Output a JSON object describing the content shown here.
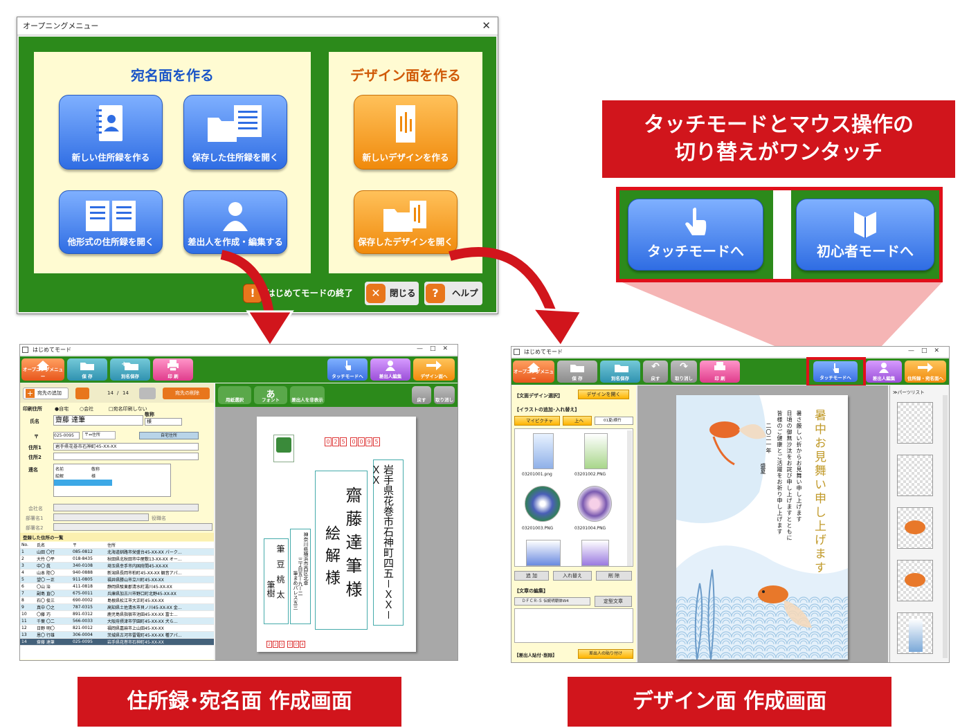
{
  "opening": {
    "title": "オープニングメニュー",
    "close": "✕",
    "left_panel_title": "宛名面を作る",
    "right_panel_title": "デザイン面を作る",
    "buttons": {
      "new_address": "新しい住所録を作る",
      "open_address": "保存した住所録を開く",
      "open_other": "他形式の住所録を開く",
      "sender": "差出人を作成・編集する",
      "new_design": "新しいデザインを作る",
      "open_design": "保存したデザインを開く"
    },
    "footer": {
      "exit_label": "はじめてモードの終了",
      "close_label": "閉じる",
      "help_label": "ヘルプ"
    }
  },
  "callout": {
    "banner_line1": "タッチモードとマウス操作の",
    "banner_line2": "切り替えがワンタッチ",
    "touch_button": "タッチモードへ",
    "beginner_button": "初心者モードへ"
  },
  "captions": {
    "left": "住所録･宛名面 作成画面",
    "right": "デザイン面 作成画面"
  },
  "address_window": {
    "title": "はじめてモード",
    "controls": "—□✕",
    "toolbar": [
      "オープニングメニュー",
      "保 存",
      "別名保存",
      "印 刷"
    ],
    "toolbar_right": [
      "タッチモードへ",
      "差出人編集",
      "デザイン面へ"
    ],
    "sub_toolbar": {
      "add": "宛先の追加",
      "counter_a": "14",
      "counter_sep": "/",
      "counter_b": "14",
      "delete": "宛先の削除"
    },
    "canvas_toolbar": [
      "用紙選択",
      "フォント",
      "差出人を非表示"
    ],
    "canvas_right": [
      "戻す",
      "取り消し"
    ],
    "form": {
      "print_dest": "印刷住所",
      "opt_home": "●自宅",
      "opt_company": "○会社",
      "no_print": "□宛名印刷しない",
      "name_label": "氏名",
      "name_value": "齋藤 達筆",
      "honorific_label": "敬称",
      "honorific_value": "様",
      "zip_label": "〒",
      "zip_value": "025-0095",
      "zip_btn": "〒⇔住所",
      "home_addr": "自宅住所",
      "addr1_label": "住所1",
      "addr1_value": "岩手県花巻市石神町45-XX-XX",
      "addr2_label": "住所2",
      "joint_label": "連名",
      "joint_head_name": "名前",
      "joint_head_hon": "敬称",
      "joint_name": "絵解",
      "joint_hon": "様",
      "company_label": "会社名",
      "dept1_label": "部署名1",
      "title_label": "役職名",
      "dept2_label": "部署名2"
    },
    "list_title": "登録した住所の一覧",
    "list_head": [
      "No.",
      "氏名",
      "〒",
      "住所"
    ],
    "list_rows": [
      [
        "1",
        "山田 〇行",
        "085-0812",
        "北海道釧路市栄盛台45-XX-XX パーク…"
      ],
      [
        "2",
        "大竹 〇平",
        "018-8435",
        "秋田県北秋田市中屋敷13-XX-XX オー…"
      ],
      [
        "3",
        "中〇 眞",
        "340-0108",
        "埼玉県幸手市内国府間45-XX-XX"
      ],
      [
        "4",
        "山本 陸〇",
        "940-0888",
        "新潟県長岡市柏町45-XX-XX 観音アパ…"
      ],
      [
        "5",
        "望〇 一正",
        "911-0805",
        "福井県勝山市立川町45-XX-XX"
      ],
      [
        "6",
        "〇山 治",
        "411-0818",
        "静岡県駿東郡清水町湯川45-XX-XX"
      ],
      [
        "7",
        "副島 直〇",
        "675-0011",
        "兵庫県加古川市野口町北野45-XX-XX"
      ],
      [
        "8",
        "石〇 俊三",
        "690-0002",
        "島根県松江市大正町45-XX-XX"
      ],
      [
        "9",
        "真中 〇之",
        "787-0315",
        "高知県土佐清水市貝ノ川45-XX-XX 金…"
      ],
      [
        "10",
        "〇藤 巧",
        "891-0312",
        "鹿児島県指宿市池田45-XX-XX 富士…"
      ],
      [
        "11",
        "千葉 〇二",
        "566-0033",
        "大阪府摂津市学園町45-XX-XX 犬ら…"
      ],
      [
        "12",
        "日野 明〇",
        "821-0012",
        "福岡県嘉麻市上山田45-XX-XX"
      ],
      [
        "13",
        "恩〇 行雄",
        "306-0004",
        "茨城県古河市雷電町45-XX-XX 種アパ…"
      ],
      [
        "14",
        "齋藤 達筆",
        "025-0095",
        "岩手県花巻市石神町45-XX-XX"
      ]
    ],
    "postcard": {
      "zip_digits": [
        "0",
        "2",
        "5",
        "0",
        "0",
        "9",
        "5"
      ],
      "address": "岩手県花巻市石神町四五－ＸＸ－ＸＸ",
      "name1": "齋藤達筆様",
      "name2": "絵解様",
      "sender_address": "神奈川県横浜市西区北幸",
      "sender_address2": "三丁目五ー九ー二",
      "sender_building": "筆まめパレス五三",
      "sender_name": "筆豆桃太",
      "sender_name2": "筆樹",
      "sender_zip": [
        "2",
        "2",
        "0",
        "0",
        "0",
        "4"
      ]
    }
  },
  "design_window": {
    "title": "はじめてモード",
    "controls": "—□✕",
    "toolbar": [
      "オープニングメニュー",
      "保 存",
      "別名保存",
      "戻す",
      "取り消し",
      "印 刷"
    ],
    "toolbar_right": [
      "タッチモードへ",
      "差出人編集",
      "住所録・宛名面へ"
    ],
    "left": {
      "sec1": "【文面デザイン選択】",
      "sec1_btn": "デザインを開く",
      "sec2": "【イラストの追加･入れ替え】",
      "mypic": "マイピクチャ",
      "up": "上へ",
      "dropdown": "01夏(横竹",
      "thumbs": [
        "03201001.png",
        "03201002.PNG",
        "03201003.PNG",
        "03201004.PNG"
      ],
      "btn_add": "追 加",
      "btn_replace": "入れ替え",
      "btn_delete": "削 除",
      "sec3": "【文章の編集】",
      "font_field": "ＤＦＣＲ-Ｓ 伝統明朝体W4",
      "fixed_text": "定型文章",
      "sec4": "【差出人貼付･削除】",
      "sec4_btn": "差出人の貼り付け"
    },
    "parts_title": "≫パーツリスト",
    "card": {
      "heading": "暑中お見舞い申し上げます",
      "body1": "暑さ厳しい折からお見舞い申し上げます",
      "body2": "日頃の御無沙汰をお詫び申し上げますとともに",
      "body3": "皆様のご健康とご活躍をお祈り申し上げます",
      "year": "二〇二一年",
      "season": "盛夏"
    }
  }
}
